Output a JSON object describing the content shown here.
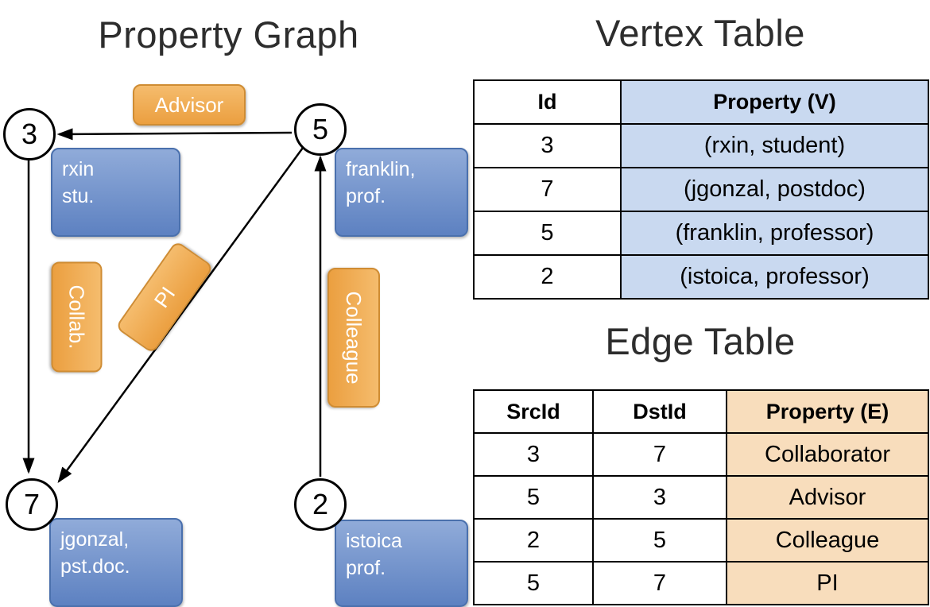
{
  "figure": {
    "graph_title": "Property Graph",
    "vertex_table_title": "Vertex Table",
    "edge_table_title": "Edge Table"
  },
  "graph": {
    "nodes": {
      "v3": {
        "id": "3",
        "prop_line1": "rxin",
        "prop_line2": "stu."
      },
      "v5": {
        "id": "5",
        "prop_line1": "franklin,",
        "prop_line2": "prof."
      },
      "v7": {
        "id": "7",
        "prop_line1": "jgonzal,",
        "prop_line2": "pst.doc."
      },
      "v2": {
        "id": "2",
        "prop_line1": "istoica",
        "prop_line2": "prof."
      }
    },
    "edge_labels": {
      "advisor": "Advisor",
      "collab": "Collab.",
      "pi": "PI",
      "colleague": "Colleague"
    }
  },
  "vertex_table": {
    "headers": {
      "id": "Id",
      "property": "Property (V)"
    },
    "rows": [
      {
        "id": "3",
        "property": "(rxin, student)"
      },
      {
        "id": "7",
        "property": "(jgonzal, postdoc)"
      },
      {
        "id": "5",
        "property": "(franklin, professor)"
      },
      {
        "id": "2",
        "property": "(istoica, professor)"
      }
    ]
  },
  "edge_table": {
    "headers": {
      "src": "SrcId",
      "dst": "DstId",
      "property": "Property (E)"
    },
    "rows": [
      {
        "src": "3",
        "dst": "7",
        "property": "Collaborator"
      },
      {
        "src": "5",
        "dst": "3",
        "property": "Advisor"
      },
      {
        "src": "2",
        "dst": "5",
        "property": "Colleague"
      },
      {
        "src": "5",
        "dst": "7",
        "property": "PI"
      }
    ]
  },
  "colors": {
    "vertex_property_cell": "#c9d9f0",
    "edge_property_cell": "#f8ddbc",
    "vertex_box_blue": "#5d81c1",
    "edge_box_orange": "#eb9f40"
  }
}
